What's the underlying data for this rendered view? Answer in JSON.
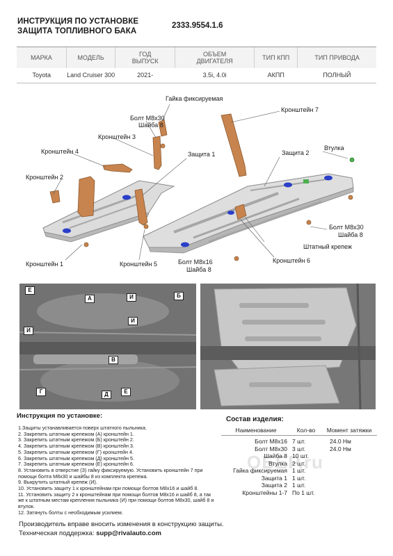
{
  "header": {
    "title_line1": "ИНСТРУКЦИЯ ПО УСТАНОВКЕ",
    "title_line2": "ЗАЩИТА ТОПЛИВНОГО БАКА",
    "article": "2333.9554.1.6"
  },
  "vehicle_table": {
    "columns": [
      "МАРКА",
      "МОДЕЛЬ",
      "ГОД ВЫПУСК",
      "ОБЪЕМ ДВИГАТЕЛЯ",
      "ТИП КПП",
      "ТИП ПРИВОДА"
    ],
    "row": [
      "Toyota",
      "Land Cruiser 300",
      "2021-",
      "3.5i, 4.0i",
      "АКПП",
      "ПОЛНЫЙ"
    ]
  },
  "diagram_labels": {
    "nut": "Гайка фиксируемая",
    "bolt_m8x30": "Болт М8х30",
    "washer8": "Шайба 8",
    "bracket7": "Кронштейн 7",
    "bracket3": "Кронштейн 3",
    "guard1": "Защита 1",
    "guard2": "Защита 2",
    "bushing": "Втулка",
    "bracket4": "Кронштейн 4",
    "bracket2": "Кронштейн 2",
    "bolt_m8x30_b": "Болт М8х30",
    "washer8_b": "Шайба 8",
    "standard_mount": "Штатный крепеж",
    "bracket1": "Кронштейн 1",
    "bracket5": "Кронштейн 5",
    "bolt_m8x16": "Болт М8х16",
    "washer8_c": "Шайба 8",
    "bracket6": "Кронштейн 6"
  },
  "photo_marks": [
    "Е",
    "А",
    "И",
    "Б",
    "И",
    "И",
    "В",
    "Г",
    "Д",
    "Е"
  ],
  "instructions": {
    "title": "Инструкция по установке:",
    "steps": [
      "1.Защиты устанавливается поверх штатного пыльника.",
      "2. Закрепить штатным крепежом (А) кронштейн 1.",
      "3. Закрепить штатным крепежом (Б) кронштейн 2.",
      "4. Закрепить штатным крепежом (В) кронштейн 3.",
      "5. Закрепить штатным крепежом (Г) кронштейн 4.",
      "6. Закрепить штатным крепежом (Д) кронштейн 5.",
      "7. Закрепить штатным крепежом (Е) кронштейн 6.",
      "8. Установить в отверстие (З) гайку фиксируемую. Установить кронштейн 7 при помощи болта М8х30 и шайбы 8 из комплекта крепежа.",
      "9. Выкрутить штатный крепеж (И).",
      "10. Установить защиту 1 к кронштейнам при помощи болтов М8х16 и шайб 8.",
      "11. Установить защиту 2 к кронштейнам при помощи болтов М8х16 и шайб 8, а так же к штатным местам крепления пыльника (И) при помощи болтов М8х30, шайб 8 и втулок.",
      "12. Затянуть болты с необходимым усилием."
    ]
  },
  "composition": {
    "title": "Состав изделия:",
    "headers": [
      "Наименование",
      "Кол-во",
      "Момент затяжки"
    ],
    "rows": [
      {
        "name": "Болт М8х16",
        "qty": "7 шт.",
        "torque": "24.0 Нм"
      },
      {
        "name": "Болт М8х30",
        "qty": "3 шт.",
        "torque": "24.0 Нм"
      },
      {
        "name": "Шайба 8",
        "qty": "10 шт.",
        "torque": ""
      },
      {
        "name": "Втулка",
        "qty": "2 шт.",
        "torque": ""
      },
      {
        "name": "Гайка фиксируемая",
        "qty": "1 шт.",
        "torque": ""
      },
      {
        "name": "Защита 1",
        "qty": "1 шт.",
        "torque": ""
      },
      {
        "name": "Защита 2",
        "qty": "1 шт.",
        "torque": ""
      },
      {
        "name": "Кронштейны 1-7",
        "qty": "По 1 шт.",
        "torque": ""
      }
    ]
  },
  "footer": {
    "note": "Производитель вправе вносить изменения в конструкцию защиты.",
    "support_label": "Техническая поддержка:",
    "support_email": "supp@rivalauto.com"
  },
  "watermark": "ОБЕР.ru",
  "colors": {
    "bracket": "#c8844e",
    "plate": "#dcdcdc",
    "bolt_hole": "#2a3fc8",
    "photo_bg": "#6f6f6f"
  }
}
